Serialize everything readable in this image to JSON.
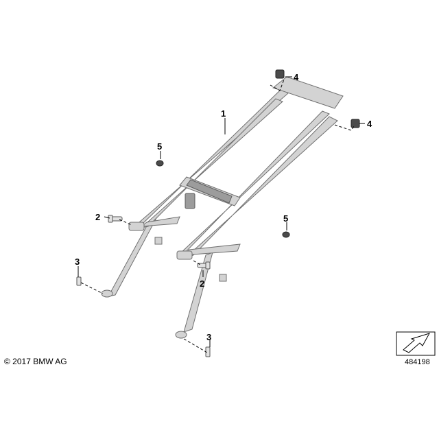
{
  "diagram": {
    "callouts": {
      "c1": "1",
      "c2a": "2",
      "c2b": "2",
      "c3a": "3",
      "c3b": "3",
      "c4a": "4",
      "c4b": "4",
      "c5a": "5",
      "c5b": "5"
    },
    "copyright": "© 2017 BMW AG",
    "doc_number": "484198",
    "colors": {
      "frame": "#d3d3d3",
      "frame_outline": "#6f6f6f",
      "parts": "#4b4b4b"
    },
    "icons": [
      "orientation-arrow-icon"
    ]
  }
}
